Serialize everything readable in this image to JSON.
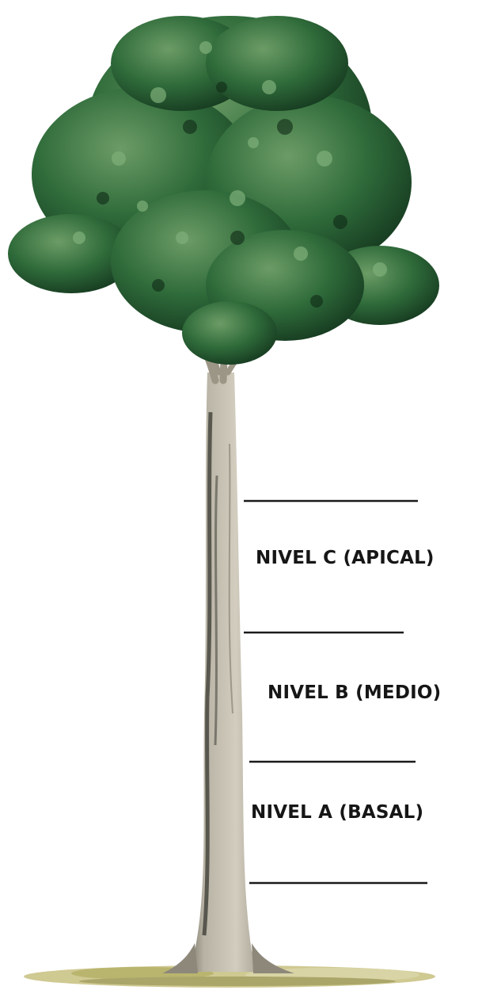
{
  "levels": [
    {
      "id": "c",
      "label": "NIVEL C (APICAL)"
    },
    {
      "id": "b",
      "label": "NIVEL B  (MEDIO)"
    },
    {
      "id": "a",
      "label": "NIVEL A  (BASAL)"
    }
  ],
  "colors": {
    "foliage_dark": "#1f4a2a",
    "foliage_mid": "#2f6b3a",
    "foliage_light": "#5a8f5c",
    "bark": "#b9b3a4",
    "bark_shadow": "#3a3a34",
    "ground": "#c9c48a",
    "divider_line": "#1a1a1a"
  }
}
